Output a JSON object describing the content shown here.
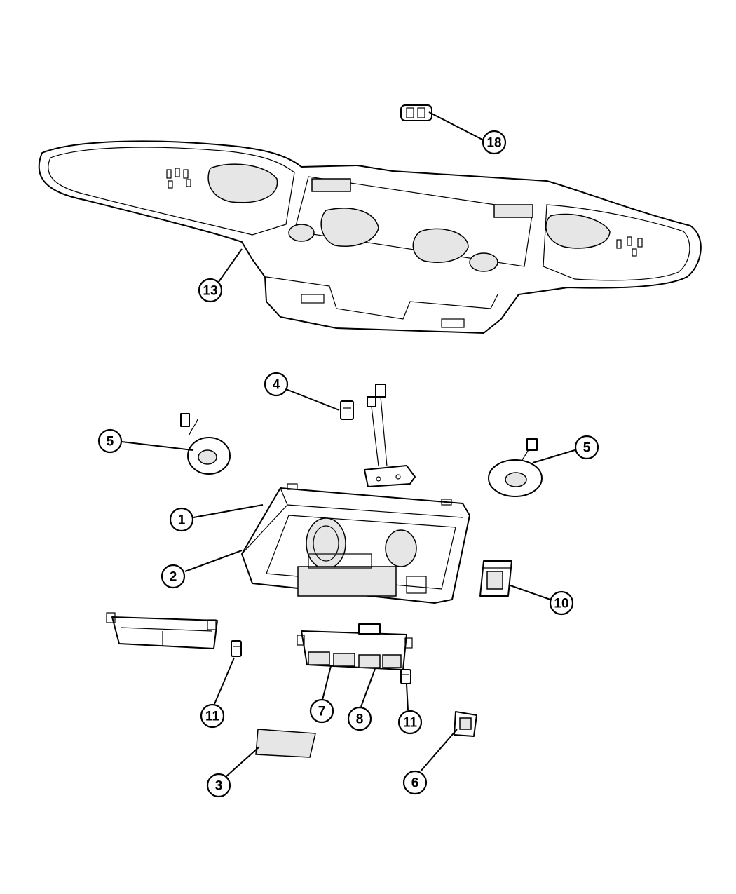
{
  "callouts": [
    {
      "id": "c18",
      "label": "18"
    },
    {
      "id": "c13",
      "label": "13"
    },
    {
      "id": "c4",
      "label": "4"
    },
    {
      "id": "c5l",
      "label": "5"
    },
    {
      "id": "c5r",
      "label": "5"
    },
    {
      "id": "c1",
      "label": "1"
    },
    {
      "id": "c2",
      "label": "2"
    },
    {
      "id": "c10",
      "label": "10"
    },
    {
      "id": "c11l",
      "label": "11"
    },
    {
      "id": "c7",
      "label": "7"
    },
    {
      "id": "c8",
      "label": "8"
    },
    {
      "id": "c11r",
      "label": "11"
    },
    {
      "id": "c3",
      "label": "3"
    },
    {
      "id": "c6",
      "label": "6"
    }
  ],
  "colors": {
    "line": "#000000",
    "background": "#ffffff",
    "shade": "#e6e6e6"
  }
}
